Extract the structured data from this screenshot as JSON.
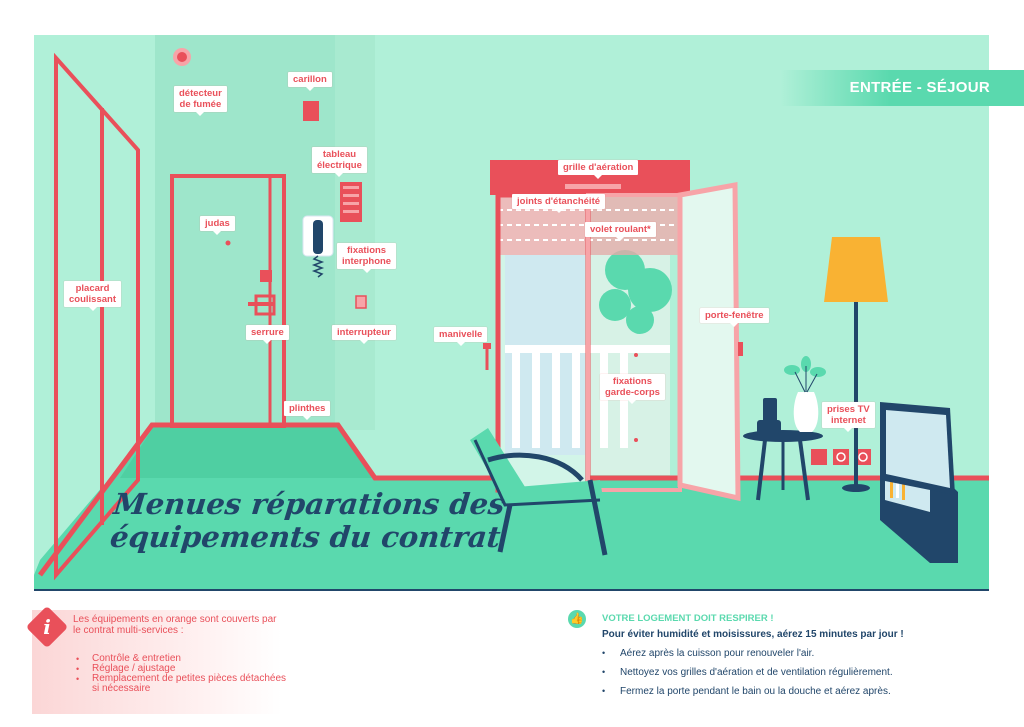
{
  "section": {
    "title": "ENTRÉE - SÉJOUR"
  },
  "title": {
    "line1": "Menues réparations des",
    "line2": "équipements du contrat"
  },
  "labels": {
    "smoke_detector": "détecteur\nde fumée",
    "doorbell": "carillon",
    "electrical_panel": "tableau\nélectrique",
    "peephole": "judas",
    "intercom": "fixations\ninterphone",
    "sliding_wardrobe": "placard\ncoulissant",
    "lock": "serrure",
    "switch": "interrupteur",
    "skirting": "plinthes",
    "air_vent": "grille d'aération",
    "seals": "joints d'étanchéité",
    "roller_shutter": "volet roulant*",
    "crank": "manivelle",
    "french_window": "porte-fenêtre",
    "railing": "fixations\ngarde-corps",
    "tv_sockets": "prises TV\ninternet"
  },
  "info": {
    "text": "Les équipements en orange sont couverts par le contrat multi-services :",
    "items": [
      "Contrôle & entretien",
      "Réglage / ajustage",
      "Remplacement de petites pièces détachées si nécessaire"
    ]
  },
  "tips": {
    "heading": "VOTRE LOGEMENT DOIT RESPIRER !",
    "lead": "Pour éviter humidité et moisissures, aérez 15 minutes par jour !",
    "items": [
      "Aérez après la cuisson pour renouveler l'air.",
      "Nettoyez vos grilles d'aération et de ventilation régulièrement.",
      "Fermez la porte pendant le bain ou la douche et aérez après."
    ]
  },
  "colors": {
    "mint_bg": "#b0f0d8",
    "floor": "#5ad9ae",
    "accent": "#e9505a",
    "navy": "#21466a",
    "lamp": "#f9b233"
  }
}
